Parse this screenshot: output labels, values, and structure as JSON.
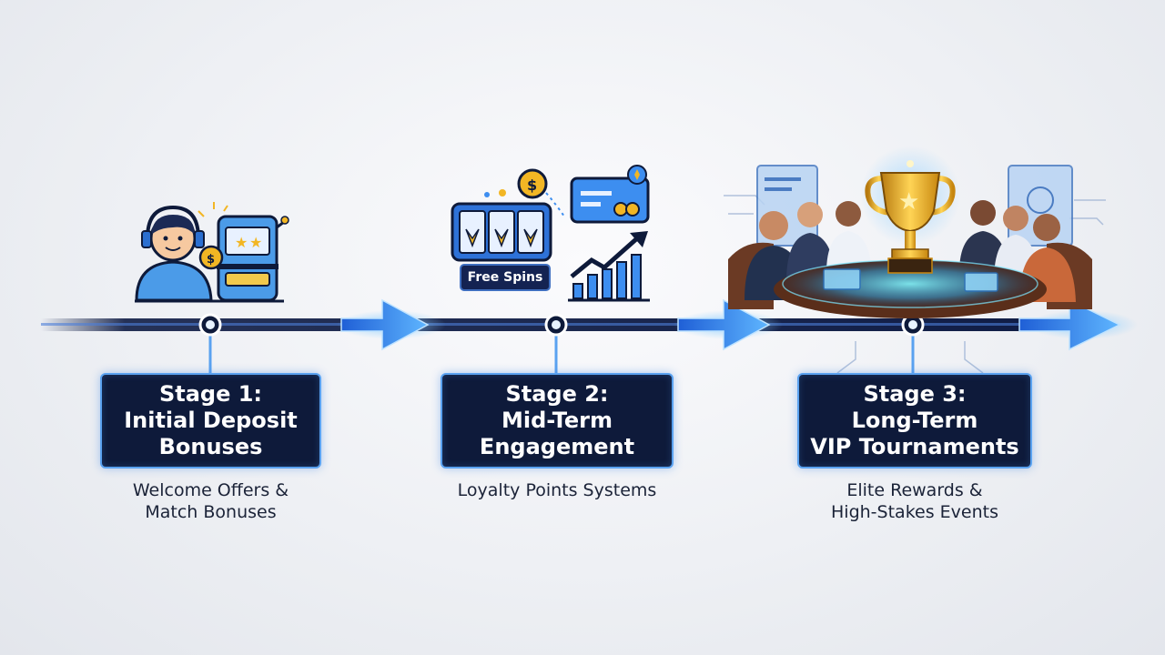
{
  "stages": [
    {
      "title_lines": [
        "Stage 1:",
        "Initial Deposit",
        "Bonuses"
      ],
      "desc_lines": [
        "Welcome Offers &",
        "Match Bonuses"
      ]
    },
    {
      "title_lines": [
        "Stage 2:",
        "Mid-Term",
        "Engagement"
      ],
      "desc_lines": [
        "Loyalty Points Systems"
      ]
    },
    {
      "title_lines": [
        "Stage 3:",
        "Long-Term",
        "VIP Tournaments"
      ],
      "desc_lines": [
        "Elite Rewards &",
        "High-Stakes Events"
      ]
    }
  ],
  "badges": {
    "free_spins": "Free Spins"
  },
  "icons": {
    "stage1": [
      "player-with-headset-icon",
      "slot-machine-icon",
      "coin-icon"
    ],
    "stage2": [
      "slot-reels-icon",
      "dollar-coin-icon",
      "loyalty-card-icon",
      "growth-chart-icon"
    ],
    "stage3": [
      "trophy-icon",
      "vip-table-people-icon",
      "holographic-screen-icon"
    ]
  },
  "colors": {
    "box_fill": "#0e1a3a",
    "box_border": "#5aa2f0",
    "timeline": "#0f1c45",
    "arrow_glow": "#4da3ff",
    "trophy_gold": "#f2b624"
  }
}
